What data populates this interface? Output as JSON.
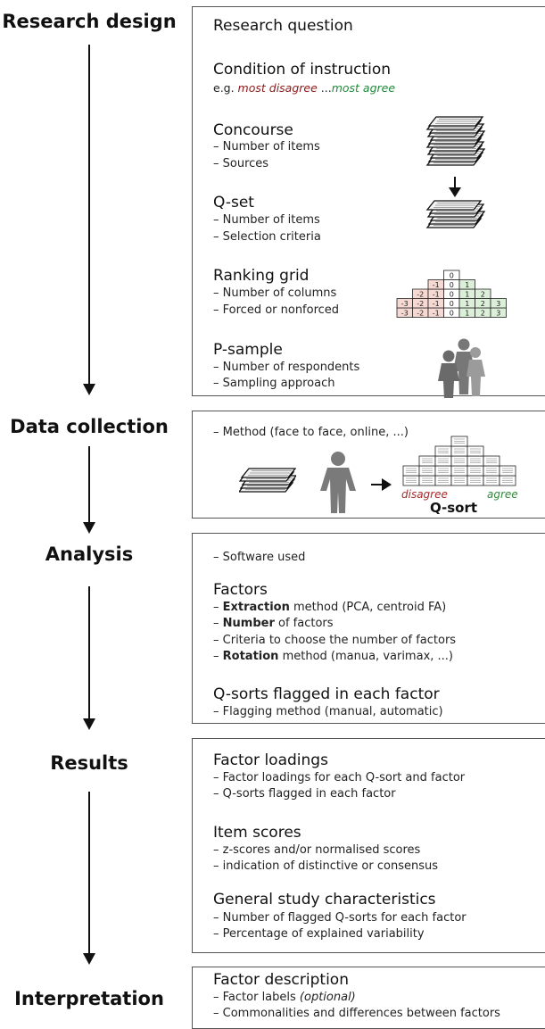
{
  "stages": [
    {
      "label": "Research design"
    },
    {
      "label": "Data collection"
    },
    {
      "label": "Analysis"
    },
    {
      "label": "Results"
    },
    {
      "label": "Interpretation"
    }
  ],
  "research_design": {
    "question": "Research question",
    "condition": {
      "title": "Condition of instruction",
      "eg_prefix": "e.g. ",
      "disagree": "most disagree",
      "ellipsis": " ...",
      "agree": "most agree"
    },
    "concourse": {
      "title": "Concourse",
      "bullets": [
        "Number of items",
        "Sources"
      ]
    },
    "qset": {
      "title": "Q-set",
      "bullets": [
        "Number of items",
        "Selection criteria"
      ]
    },
    "grid": {
      "title": "Ranking grid",
      "bullets": [
        "Number of columns",
        "Forced or nonforced"
      ],
      "columns": [
        {
          "value": "-3",
          "height": 2
        },
        {
          "value": "-2",
          "height": 3
        },
        {
          "value": "-1",
          "height": 4
        },
        {
          "value": "0",
          "height": 5
        },
        {
          "value": "1",
          "height": 4
        },
        {
          "value": "2",
          "height": 3
        },
        {
          "value": "3",
          "height": 2
        }
      ]
    },
    "psample": {
      "title": "P-sample",
      "bullets": [
        "Number of respondents",
        "Sampling approach"
      ]
    }
  },
  "data_collection": {
    "bullet": "Method (face to face, online, ...)",
    "disagree": "disagree",
    "agree": "agree",
    "qsort": "Q-sort"
  },
  "analysis": {
    "software": "Software used",
    "factors_title": "Factors",
    "extraction_bold": "Extraction",
    "extraction_rest": " method (PCA, centroid FA)",
    "number_bold": "Number",
    "number_rest": " of factors",
    "criteria": "Criteria to choose the number of factors",
    "rotation_bold": "Rotation",
    "rotation_rest": " method (manua, varimax, ...)",
    "flagged_title": "Q-sorts flagged in each factor",
    "flagging": "Flagging method (manual, automatic)"
  },
  "results": {
    "loadings": {
      "title": "Factor loadings",
      "bullets": [
        "Factor loadings for each Q-sort and factor",
        "Q-sorts flagged in each factor"
      ]
    },
    "items": {
      "title": "Item scores",
      "bullets": [
        "z-scores and/or normalised scores",
        "indication of distinctive or consensus"
      ]
    },
    "general": {
      "title": "General study characteristics",
      "bullets": [
        "Number of flagged Q-sorts for each factor",
        "Percentage of explained variability"
      ]
    }
  },
  "interpretation": {
    "title": "Factor description",
    "labels_prefix": "Factor labels ",
    "labels_optional": "(optional)",
    "common": "Commonalities and differences between factors"
  },
  "colors": {
    "negative": "#f6d9d3",
    "neutral": "#ffffff",
    "positive": "#dcefd8",
    "arrow": "#111111",
    "person": "#7a7a7a"
  },
  "icons": [
    "card-stack-icon",
    "down-arrow-icon",
    "people-icon",
    "person-icon",
    "right-arrow-icon"
  ]
}
